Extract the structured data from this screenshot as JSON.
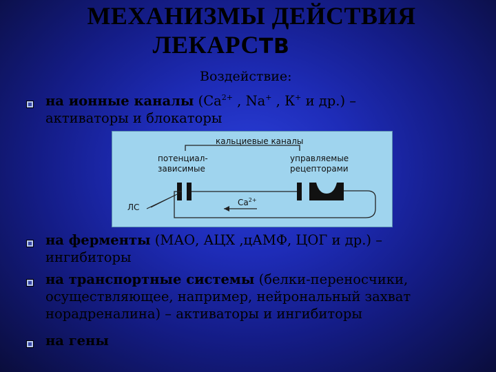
{
  "title": {
    "line1": "МЕХАНИЗМЫ ДЕЙСТВИЯ",
    "line2_main": "ЛЕКАРС",
    "line2_tail": "ТВ"
  },
  "subtitle": "Воздействие:",
  "items": [
    {
      "bold": "на ионные каналы",
      "text1": " (Са",
      "sup1": "2+",
      "text2": " ,  Na",
      "sup2": "+",
      "text3": " , К",
      "sup3": "+",
      "text4": " и др.) –",
      "line2": "активаторы и блокаторы"
    },
    {
      "bold": "на ферменты",
      "text": " (МАО, АЦХ ,цАМФ, ЦОГ и др.) –",
      "line2": "ингибиторы"
    },
    {
      "bold": "на транспортные системы",
      "text": " (белки-переносчики,",
      "line2": "осуществляющее, например, нейрональный захват",
      "line3": "норадреналина) – активаторы и ингибиторы"
    },
    {
      "bold": "на гены"
    }
  ],
  "diagram": {
    "label_top": "кальциевые каналы",
    "label_left_1": "потенциал-",
    "label_left_2": "зависимые",
    "label_right_1": "управляемые",
    "label_right_2": "рецепторами",
    "label_ls": "ЛС",
    "label_ca": "Ca",
    "label_ca_sup": "2+"
  },
  "colors": {
    "background_center": "#2a3fd9",
    "background_edge": "#0a0d3c",
    "diagram_bg": "#9fd4ee"
  }
}
